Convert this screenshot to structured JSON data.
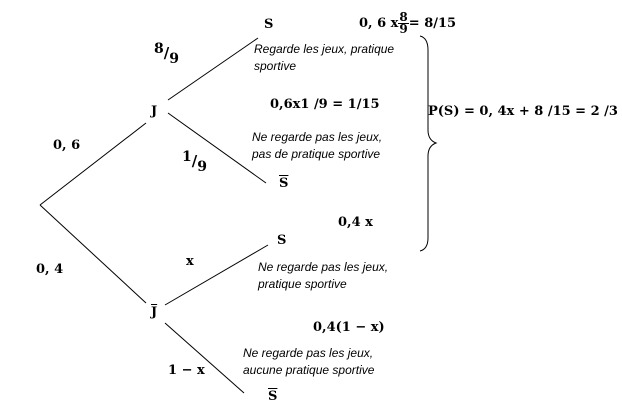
{
  "nodes": {
    "j": "J",
    "j_bar": "J",
    "s1": "S",
    "s1_bar": "S",
    "s2": "S",
    "s2_bar": "S"
  },
  "branches": {
    "p_j": "0, 6",
    "p_j_bar": "0, 4",
    "j_to_s_num": "8",
    "j_to_s_den": "9",
    "j_to_sbar_num": "1",
    "j_to_sbar_den": "9",
    "jbar_to_s": "x",
    "jbar_to_sbar": "1 − x"
  },
  "products": {
    "p1_prefix": "0, 6 x",
    "p1_num": "8",
    "p1_den": "9",
    "p1_result": "= 8/15",
    "p2": "0,6x1 /9 = 1/15",
    "p3": "0,4 x",
    "p4": "0,4(1 − x)"
  },
  "descriptions": {
    "d1_line1": "Regarde les jeux, pratique",
    "d1_line2": "sportive",
    "d2_line1": "Ne regarde pas les jeux,",
    "d2_line2": "pas de pratique sportive",
    "d3_line1": "Ne regarde pas les jeux,",
    "d3_line2": "pratique sportive",
    "d4_line1": "Ne regarde pas les jeux,",
    "d4_line2": "aucune pratique sportive"
  },
  "total_probability": "P(S) = 0, 4x + 8 /15 = 2 /3"
}
